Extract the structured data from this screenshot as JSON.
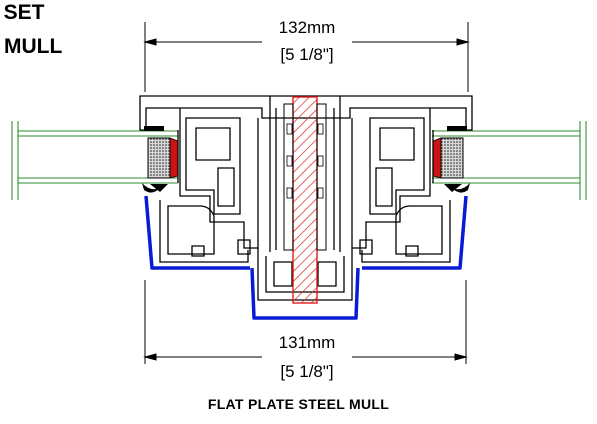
{
  "title": {
    "line1": "/ SET",
    "line2": "MULL"
  },
  "dimension_top": {
    "metric": "132mm",
    "imperial": "[5 1/8\"]"
  },
  "dimension_bottom": {
    "metric": "131mm",
    "imperial": "[5 1/8\"]"
  },
  "caption": "FLAT PLATE STEEL MULL",
  "colors": {
    "profile_line": "#000000",
    "glass_line": "#2e8b2e",
    "seal_blue": "#0a1bd6",
    "steel_hatch": "#e0201c",
    "gasket_red": "#c81414"
  }
}
